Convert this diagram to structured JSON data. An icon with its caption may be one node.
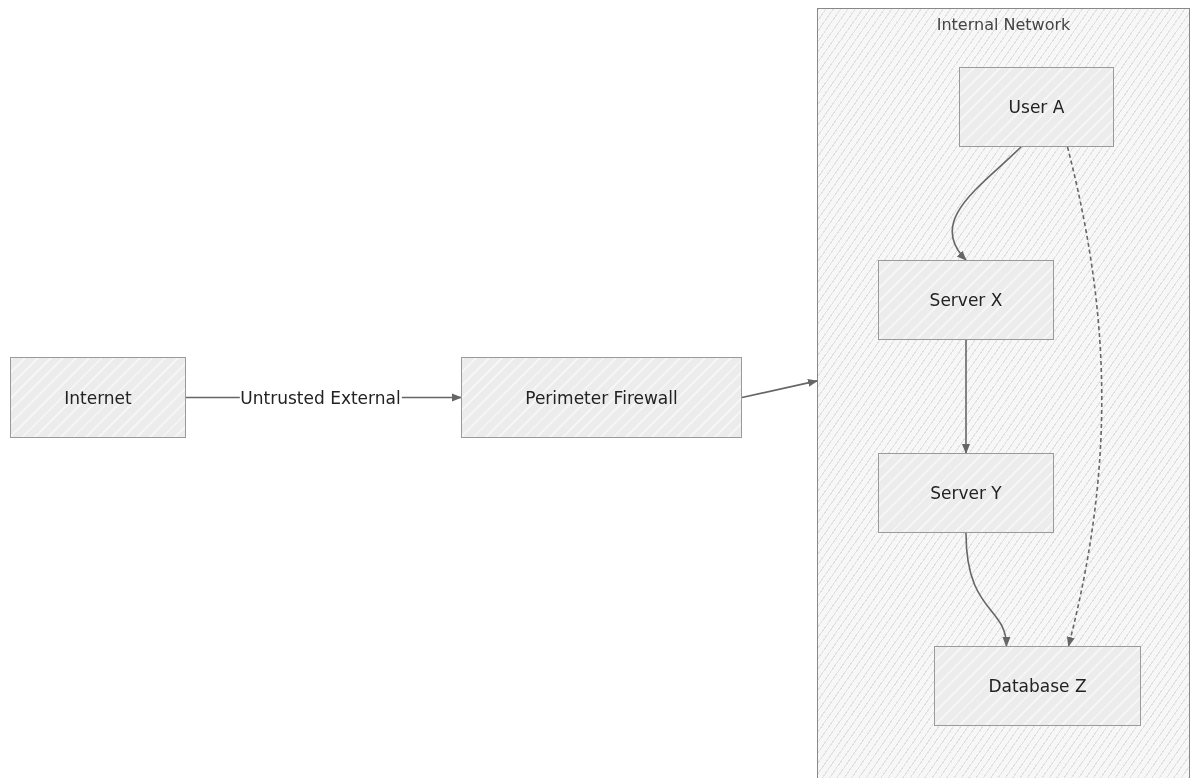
{
  "diagram": {
    "nodes": [
      {
        "text": [
          "Internet"
        ]
      },
      {
        "text": [
          "Perimeter Firewall"
        ]
      },
      {
        "text": [
          "Internal Network"
        ]
      },
      {
        "text": [
          "User A"
        ],
        "in": 2
      },
      {
        "text": [
          "Server X"
        ],
        "in": 2
      },
      {
        "text": [
          "Server Y"
        ],
        "in": 2
      },
      {
        "text": [
          "Database Z"
        ],
        "in": 2
      }
    ],
    "edges": [
      {
        "from": 0,
        "to": 1,
        "arrow": "to",
        "label": "Untrusted External"
      },
      {
        "from": 1,
        "to": 2,
        "arrow": "to"
      },
      {
        "from": 3,
        "to": 4,
        "arrow": "to"
      },
      {
        "from": 4,
        "to": 5,
        "arrow": "to"
      },
      {
        "from": 5,
        "to": 6,
        "arrow": "to"
      },
      {
        "from": 3,
        "to": 6,
        "arrow": "to",
        "style": "dashed"
      }
    ]
  }
}
